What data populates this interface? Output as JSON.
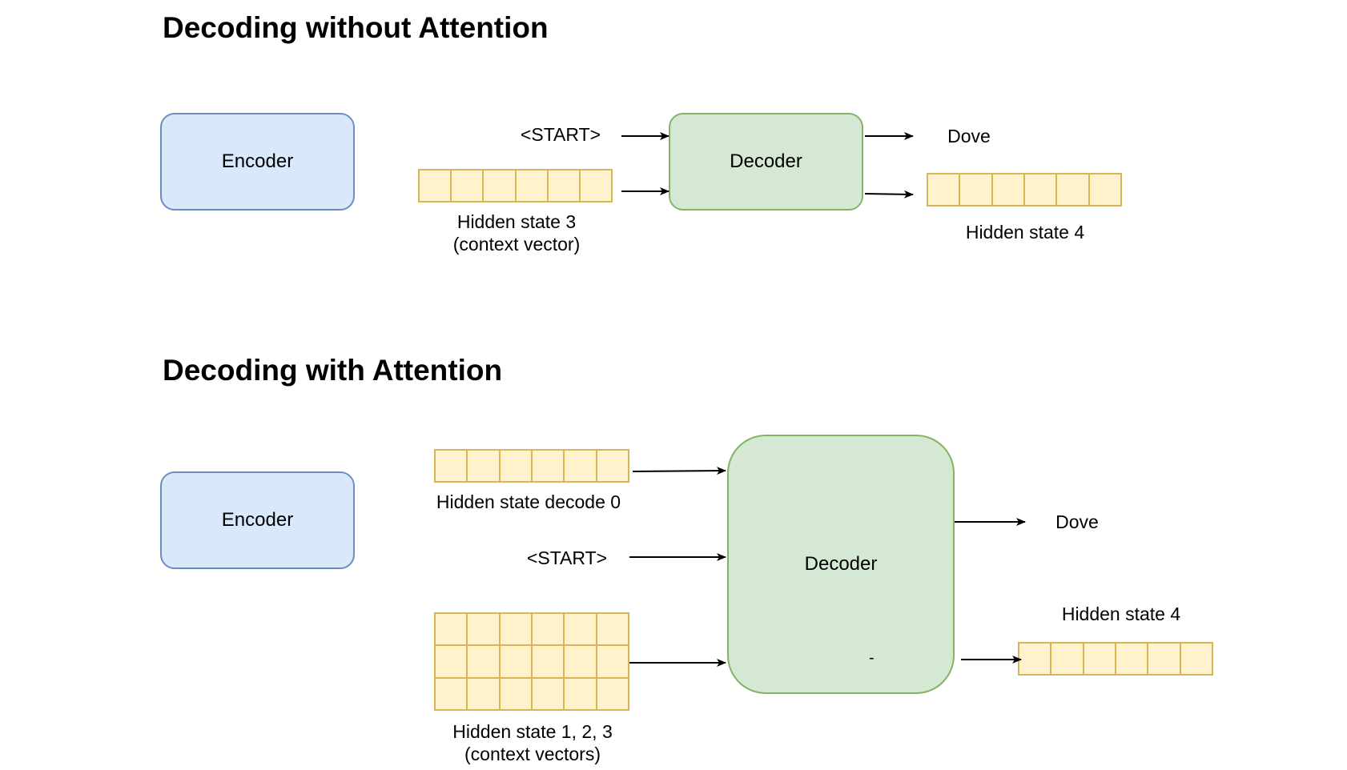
{
  "top": {
    "title": "Decoding without Attention",
    "encoder_label": "Encoder",
    "decoder_label": "Decoder",
    "start_token": "<START>",
    "output_word": "Dove",
    "input_hidden_line1": "Hidden state 3",
    "input_hidden_line2": "(context vector)",
    "output_hidden": "Hidden state 4"
  },
  "bottom": {
    "title": "Decoding with Attention",
    "encoder_label": "Encoder",
    "decoder_label": "Decoder",
    "decoder_mark": "-",
    "start_token": "<START>",
    "output_word": "Dove",
    "decode_hidden": "Hidden state decode 0",
    "context_hidden_line1": "Hidden state 1, 2, 3",
    "context_hidden_line2": "(context vectors)",
    "output_hidden": "Hidden state 4"
  },
  "colors": {
    "encoder_fill": "#dae8fc",
    "encoder_stroke": "#6c8ebf",
    "decoder_fill": "#d5e8d4",
    "decoder_stroke": "#82b366",
    "vector_fill": "#fff2cc",
    "vector_stroke": "#d6b656"
  }
}
